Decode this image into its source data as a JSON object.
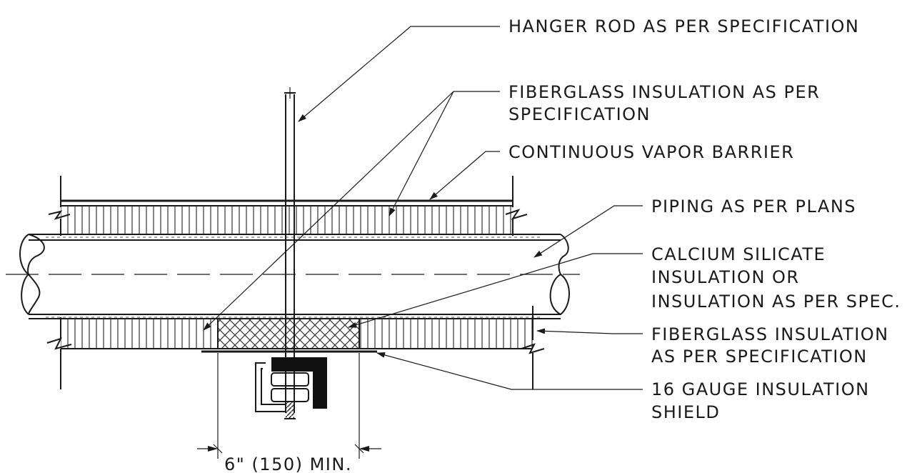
{
  "callouts": {
    "hanger_rod": "HANGER ROD AS PER SPECIFICATION",
    "fiberglass_top_line1": "FIBERGLASS INSULATION AS PER",
    "fiberglass_top_line2": "SPECIFICATION",
    "vapor_barrier": "CONTINUOUS VAPOR BARRIER",
    "piping": "PIPING AS PER PLANS",
    "calcium_line1": "CALCIUM SILICATE",
    "calcium_line2": "INSULATION OR",
    "calcium_line3": "INSULATION AS PER SPEC.",
    "fiberglass_bottom_line1": "FIBERGLASS INSULATION",
    "fiberglass_bottom_line2": "AS PER SPECIFICATION",
    "shield_line1": "16 GAUGE INSULATION",
    "shield_line2": "SHIELD"
  },
  "dimension": {
    "label": "6\" (150) MIN."
  }
}
